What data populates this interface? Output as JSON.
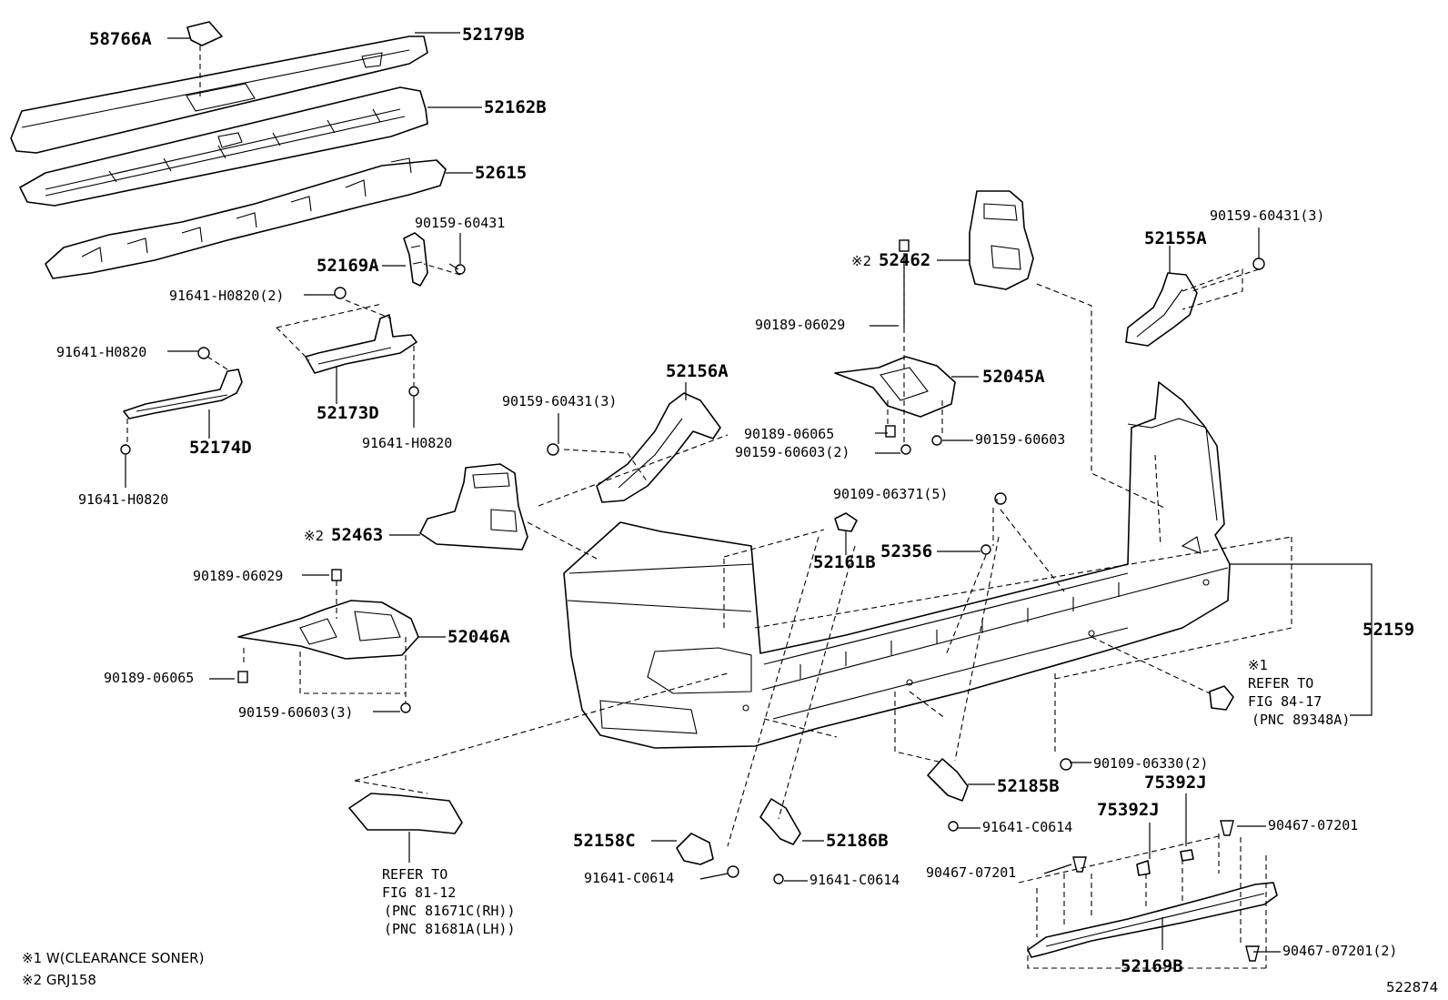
{
  "labels": {
    "p58766A": "58766A",
    "p52179B": "52179B",
    "p52162B": "52162B",
    "p52615": "52615",
    "p90159_60431_a": "90159-60431",
    "p52169A": "52169A",
    "p91641_H0820_2": "91641-H0820(2)",
    "p91641_H0820_a": "91641-H0820",
    "p52173D": "52173D",
    "p52174D": "52174D",
    "p91641_H0820_b": "91641-H0820",
    "p91641_H0820_c": "91641-H0820",
    "p52462": "52462",
    "p90159_60431_3a": "90159-60431(3)",
    "p52155A": "52155A",
    "p90189_06029_a": "90189-06029",
    "p52045A": "52045A",
    "p52156A": "52156A",
    "p90159_60431_3b": "90159-60431(3)",
    "p90189_06065_a": "90189-06065",
    "p90159_60603_2": "90159-60603(2)",
    "p90159_60603": "90159-60603",
    "p90109_06371_5": "90109-06371(5)",
    "p52463": "52463",
    "p52161B": "52161B",
    "p52356": "52356",
    "p90189_06029_b": "90189-06029",
    "p52046A": "52046A",
    "p90189_06065_b": "90189-06065",
    "p90159_60603_3": "90159-60603(3)",
    "p52159": "52159",
    "p90109_06330_2": "90109-06330(2)",
    "p52185B": "52185B",
    "p75392J_a": "75392J",
    "p75392J_b": "75392J",
    "p91641_C0614_a": "91641-C0614",
    "p90467_07201_a": "90467-07201",
    "p52158C": "52158C",
    "p52186B": "52186B",
    "p90467_07201_b": "90467-07201",
    "p91641_C0614_b": "91641-C0614",
    "p91641_C0614_c": "91641-C0614",
    "p90467_07201_2": "90467-07201(2)",
    "p52169B": "52169B"
  },
  "marks": {
    "m1": "※2",
    "m2": "※2"
  },
  "refs": {
    "sonar_1": "※1",
    "sonar_2": "REFER TO",
    "sonar_3": "FIG 84-17",
    "sonar_4": "(PNC 89348A)",
    "lamp_1": "REFER TO",
    "lamp_2": "FIG 81-12",
    "lamp_3": "(PNC 81671C(RH))",
    "lamp_4": "(PNC 81681A(LH))"
  },
  "footnotes": {
    "n1": "※1  W(CLEARANCE SONER)",
    "n2": "※2  GRJ158"
  },
  "figure_id": "522874"
}
